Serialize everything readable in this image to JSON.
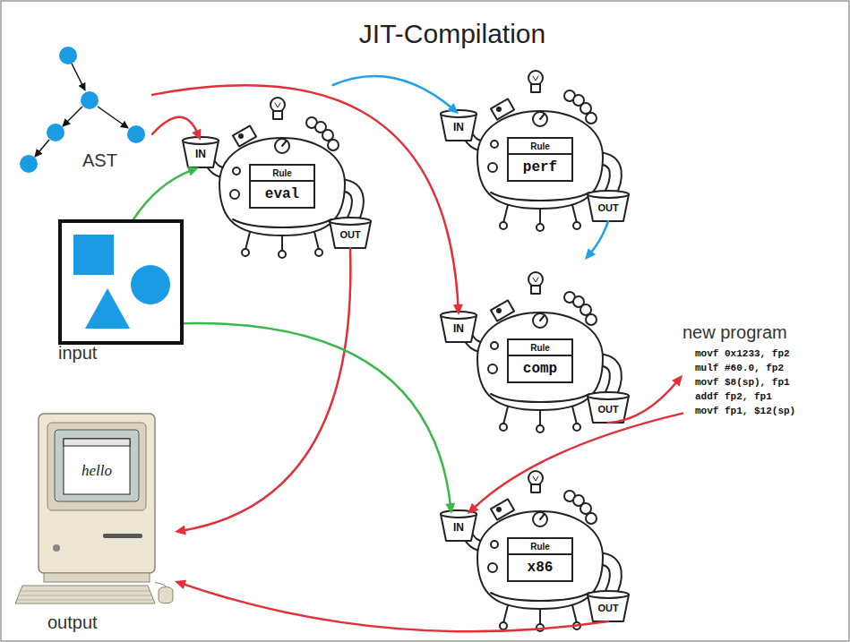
{
  "diagram": {
    "title": "JIT-Compilation",
    "nodes": [
      {
        "text": [
          "AST"
        ]
      },
      {
        "text": [
          "input"
        ]
      },
      {
        "text": [
          "Rule",
          "eval"
        ]
      },
      {
        "text": [
          "Rule",
          "perf"
        ]
      },
      {
        "text": [
          "Rule",
          "comp"
        ]
      },
      {
        "text": [
          "new program",
          "movf 0x1233, fp2",
          "mulf #60.0, fp2",
          "movf $8(sp), fp1",
          "addf fp2, fp1",
          "movf fp1, $12(sp)"
        ]
      },
      {
        "text": [
          "Rule",
          "x86"
        ]
      },
      {
        "text": [
          "output"
        ]
      }
    ],
    "edges": [
      {
        "from": 0,
        "to": 2,
        "arrow": "to"
      },
      {
        "from": 1,
        "to": 2,
        "arrow": "to"
      },
      {
        "from": 2,
        "to": 3,
        "arrow": "to"
      },
      {
        "from": 3,
        "to": 4,
        "arrow": "to"
      },
      {
        "from": 0,
        "to": 4,
        "arrow": "to"
      },
      {
        "from": 2,
        "to": 7,
        "arrow": "to"
      },
      {
        "from": 4,
        "to": 5,
        "arrow": "to"
      },
      {
        "from": 5,
        "to": 6,
        "arrow": "to"
      },
      {
        "from": 1,
        "to": 6,
        "arrow": "to"
      },
      {
        "from": 6,
        "to": 7,
        "arrow": "to"
      }
    ],
    "labels": [
      "IN",
      "OUT",
      "IN",
      "OUT",
      "IN",
      "OUT",
      "IN",
      "OUT",
      "hello"
    ]
  }
}
